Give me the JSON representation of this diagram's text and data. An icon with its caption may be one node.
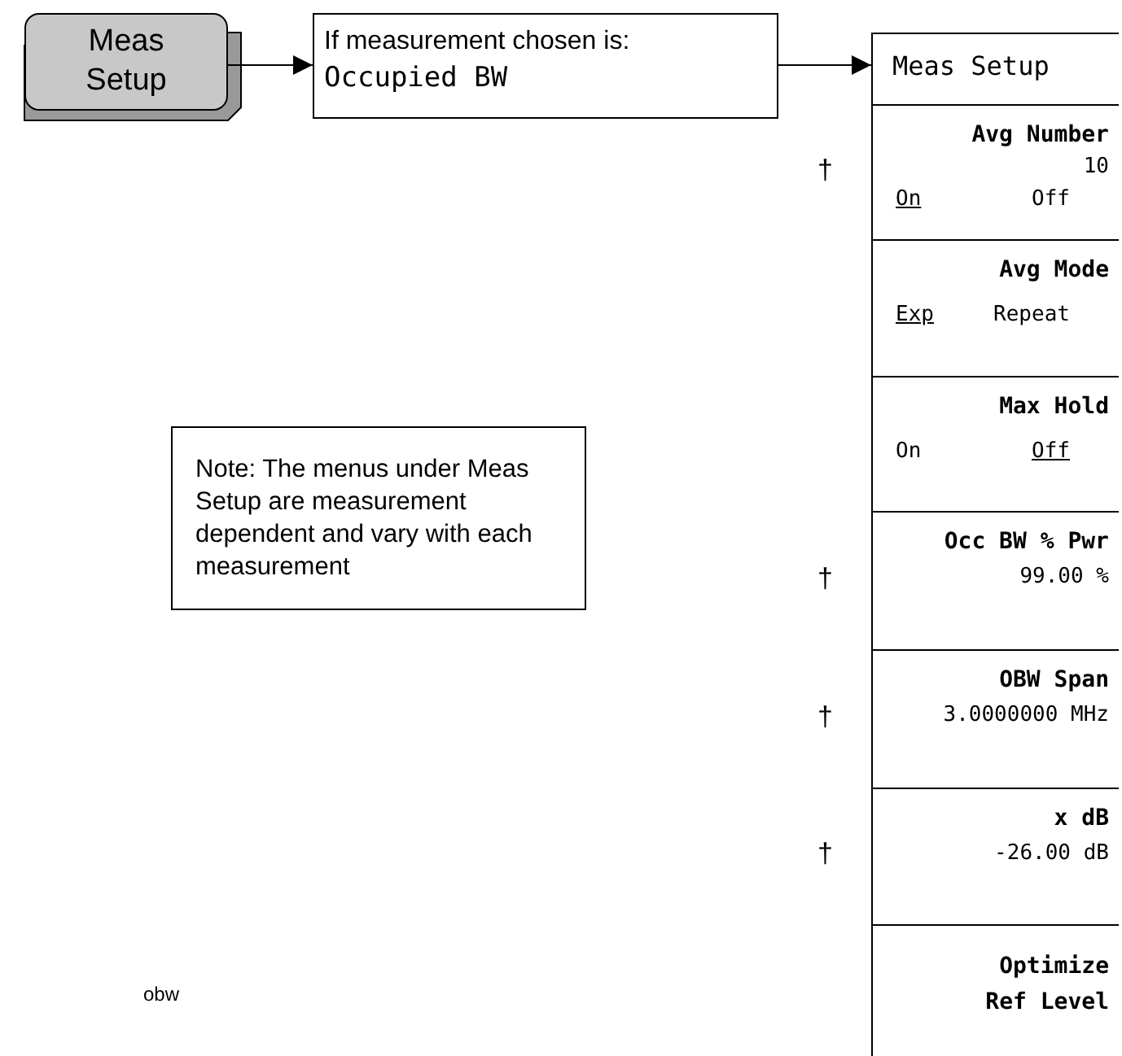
{
  "diagram": {
    "nodes": [
      {
        "text": [
          "Meas Setup"
        ]
      },
      {
        "text": [
          "If measurement chosen is:",
          "Occupied BW"
        ]
      },
      {
        "text": [
          "Meas Setup"
        ]
      },
      {
        "text": [
          "Avg Number",
          "10",
          "On",
          "Off"
        ],
        "in": 2,
        "beside": [
          "†"
        ]
      },
      {
        "text": [
          "Avg Mode",
          "Exp",
          "Repeat"
        ],
        "in": 2
      },
      {
        "text": [
          "Max Hold",
          "On",
          "Off"
        ],
        "in": 2
      },
      {
        "text": [
          "Occ BW % Pwr",
          "99.00 %"
        ],
        "in": 2,
        "beside": [
          "†"
        ]
      },
      {
        "text": [
          "OBW Span",
          "3.0000000 MHz"
        ],
        "in": 2,
        "beside": [
          "†"
        ]
      },
      {
        "text": [
          "x dB",
          "-26.00 dB"
        ],
        "in": 2,
        "beside": [
          "†"
        ]
      },
      {
        "text": [
          "Optimize Ref Level"
        ],
        "in": 2
      },
      {
        "text": [
          "Note: The menus under Meas Setup are measurement dependent and vary with each measurement"
        ]
      }
    ],
    "edges": [
      {
        "from": 0,
        "to": 1,
        "arrow": "to"
      },
      {
        "from": 1,
        "to": 2,
        "arrow": "to"
      }
    ],
    "labels": [
      "obw"
    ]
  }
}
